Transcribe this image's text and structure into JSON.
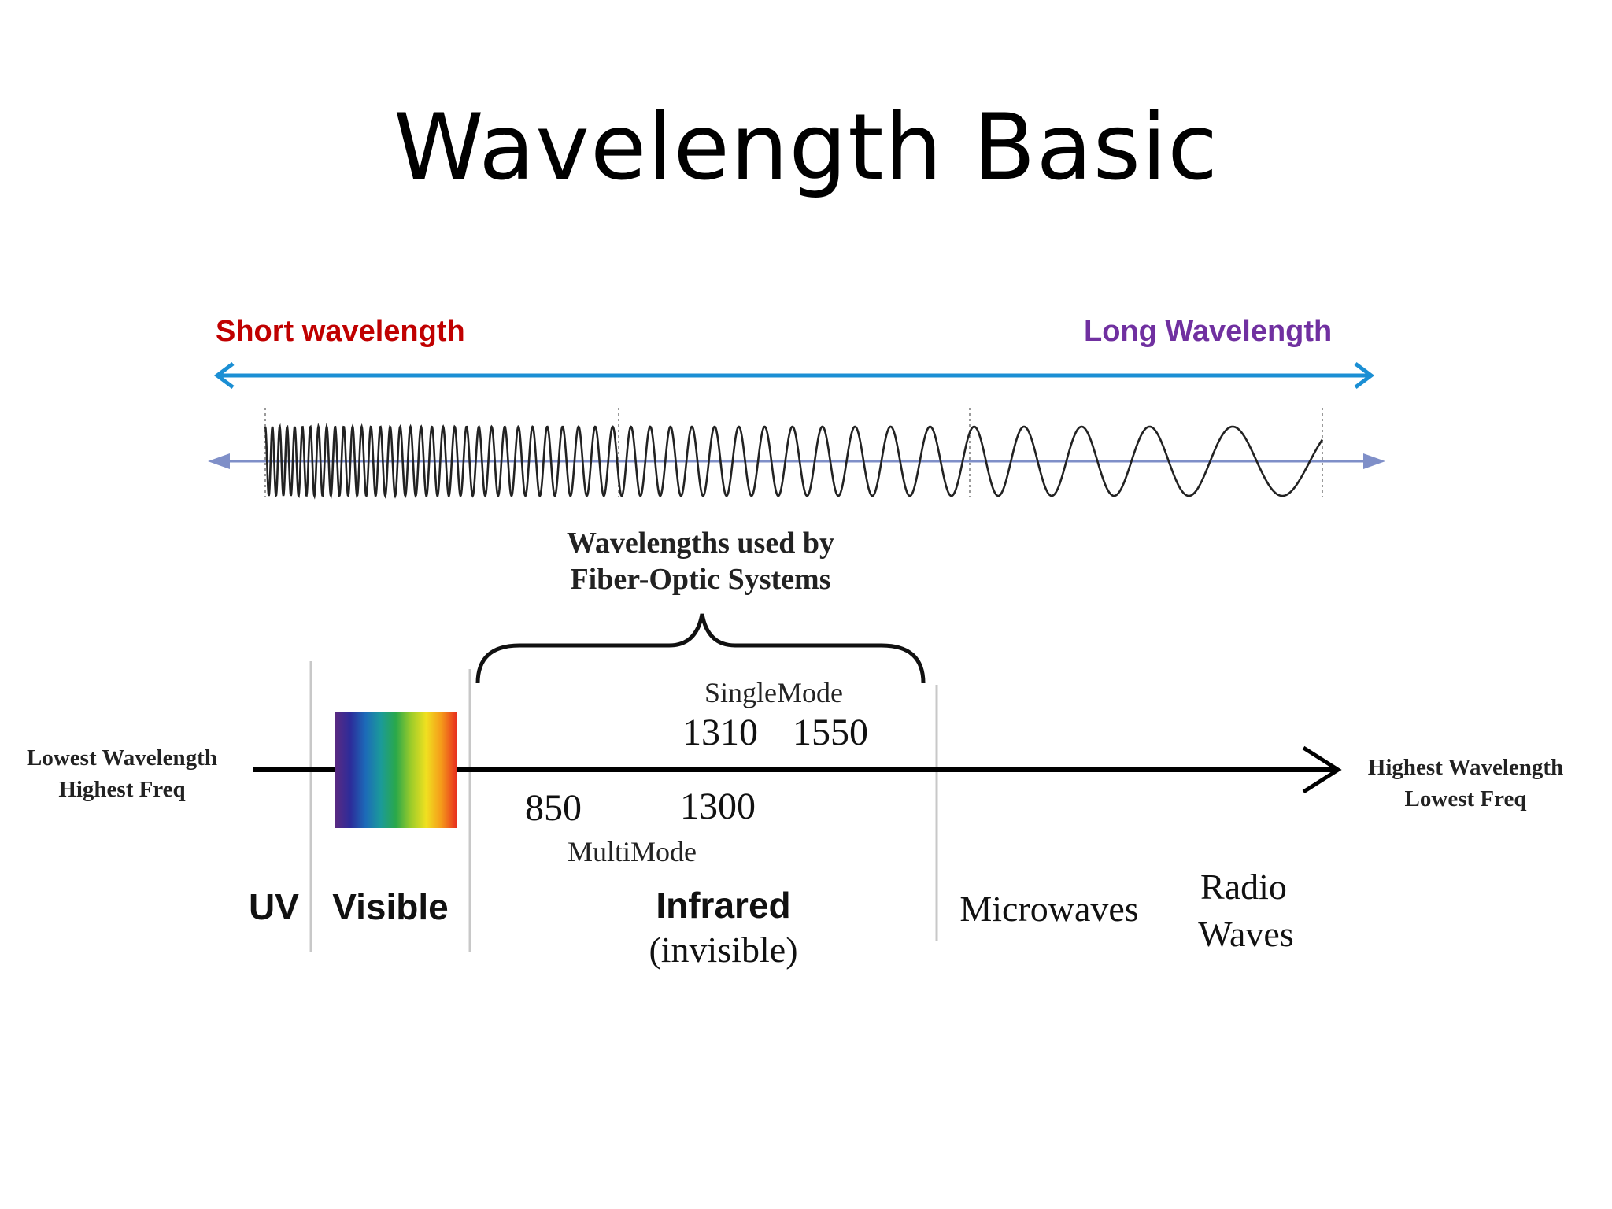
{
  "slide": {
    "title": "Wavelength Basic"
  },
  "top_labels": {
    "short": "Short wavelength",
    "long": "Long Wavelength",
    "short_color": "#c00000",
    "long_color": "#7030a0",
    "arrow_color": "#1b8fd4",
    "wave_axis_color": "#7f8fc8"
  },
  "fiber": {
    "bracket_line1": "Wavelengths used by",
    "bracket_line2": "Fiber-Optic Systems",
    "singlemode_label": "SingleMode",
    "singlemode_values": [
      "1310",
      "1550"
    ],
    "multimode_values": [
      "850",
      "1300"
    ],
    "multimode_label": "MultiMode"
  },
  "axis": {
    "left_line1": "Lowest Wavelength",
    "left_line2": "Highest Freq",
    "right_line1": "Highest Wavelength",
    "right_line2": "Lowest Freq"
  },
  "regions": {
    "uv": "UV",
    "visible": "Visible",
    "infrared_line1": "Infrared",
    "infrared_line2": "(invisible)",
    "microwaves": "Microwaves",
    "radio_line1": "Radio",
    "radio_line2": "Waves"
  },
  "spectrum_colors": [
    "#5a2a82",
    "#2c2c9a",
    "#1c6bb8",
    "#1b9a9a",
    "#2aa84a",
    "#9ccc2a",
    "#f0e020",
    "#f59a1a",
    "#e8301e"
  ]
}
